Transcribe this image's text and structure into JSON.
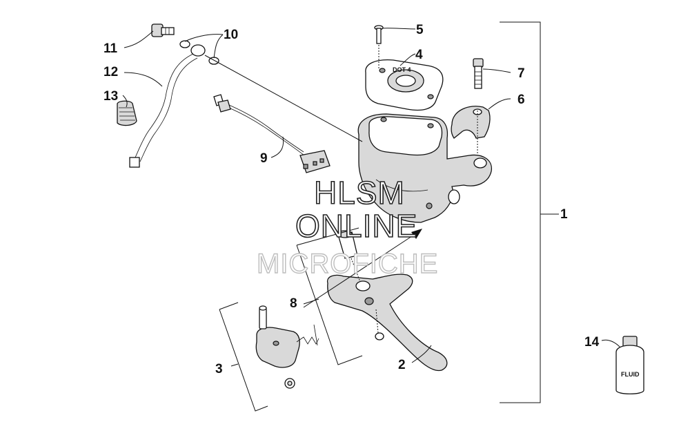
{
  "watermark": {
    "line1": "HLSM",
    "line2": "ONLINE",
    "line3": "MICROFICHE"
  },
  "callouts": [
    {
      "id": "1",
      "text": "1"
    },
    {
      "id": "2",
      "text": "2"
    },
    {
      "id": "3",
      "text": "3"
    },
    {
      "id": "4",
      "text": "4"
    },
    {
      "id": "5",
      "text": "5"
    },
    {
      "id": "6",
      "text": "6"
    },
    {
      "id": "7",
      "text": "7"
    },
    {
      "id": "8",
      "text": "8"
    },
    {
      "id": "9",
      "text": "9"
    },
    {
      "id": "10",
      "text": "10"
    },
    {
      "id": "11",
      "text": "11"
    },
    {
      "id": "12",
      "text": "12"
    },
    {
      "id": "13",
      "text": "13"
    },
    {
      "id": "14",
      "text": "14"
    }
  ],
  "bottle_label": "FLUID",
  "reservoir_cap_text": "DOT 4"
}
